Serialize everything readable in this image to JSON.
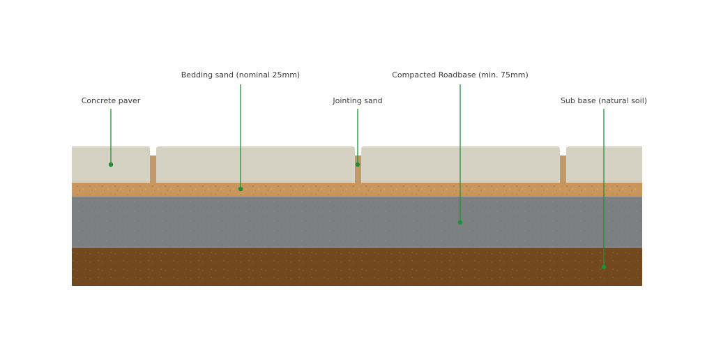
{
  "colors": {
    "paver": "#d6d2c3",
    "joint_sand": "#c29a6a",
    "bedding_sand": "#c9975e",
    "roadbase": "#7c8080",
    "sub_base": "#72491f",
    "leader": "#1f8f3a",
    "text": "#3b3b3b"
  },
  "labels": {
    "concrete_paver": "Concrete paver",
    "bedding_sand": "Bedding sand (nominal 25mm)",
    "jointing_sand": "Jointing sand",
    "roadbase": "Compacted Roadbase (min. 75mm)",
    "sub_base": "Sub base (natural soil)"
  }
}
